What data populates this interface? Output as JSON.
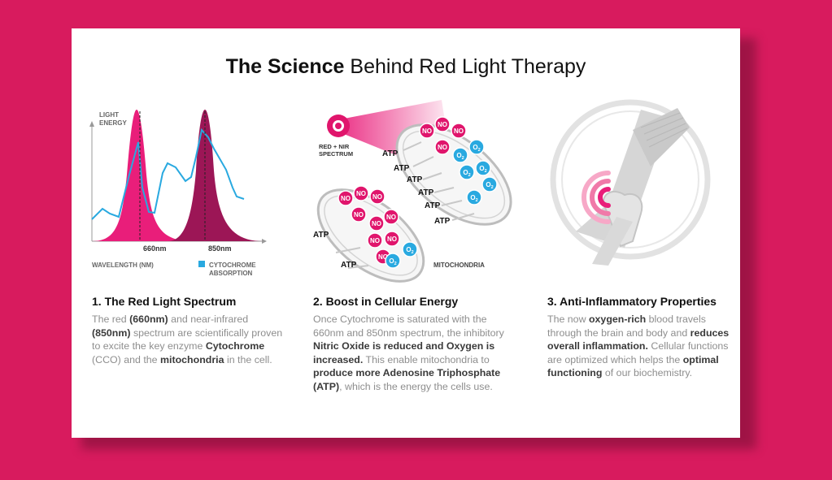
{
  "title": {
    "bold": "The Science",
    "rest": "Behind Red Light Therapy"
  },
  "spectrum_chart": {
    "y_label_line1": "LIGHT",
    "y_label_line2": "ENERGY",
    "x_label": "WAVELENGTH (NM)",
    "peak1_label": "660nm",
    "peak2_label": "850nm",
    "legend_line1": "CYTOCHROME",
    "legend_line2": "ABSORPTION",
    "legend_color": "#29a9e0",
    "peak1_color": "#e91e7a",
    "peak2_color": "#9c1656"
  },
  "energy_diagram": {
    "source_line1": "RED + NIR",
    "source_line2": "SPECTRUM",
    "atp": "ATP",
    "no": "NO",
    "o2": "O",
    "o2_sub": "2",
    "mito_label": "MITOCHONDRIA",
    "no_color": "#e0156c",
    "o2_color": "#29a9e0"
  },
  "sections": [
    {
      "heading": "1. The Red Light Spectrum",
      "body": [
        {
          "t": "The red ",
          "b": false
        },
        {
          "t": "(660nm)",
          "b": true
        },
        {
          "t": " and near-infrared ",
          "b": false
        },
        {
          "t": "(850nm)",
          "b": true
        },
        {
          "t": " spectrum are scientifically proven to excite the key enzyme ",
          "b": false
        },
        {
          "t": "Cytochrome",
          "b": true
        },
        {
          "t": " (CCO) and the ",
          "b": false
        },
        {
          "t": "mitochondria",
          "b": true
        },
        {
          "t": " in the cell.",
          "b": false
        }
      ]
    },
    {
      "heading": "2. Boost in Cellular Energy",
      "body": [
        {
          "t": "Once Cytochrome is saturated with the 660nm and 850nm spectrum, the inhibitory ",
          "b": false
        },
        {
          "t": "Nitric Oxide is reduced and Oxygen is increased.",
          "b": true
        },
        {
          "t": " This enable mitochondria to ",
          "b": false
        },
        {
          "t": "produce more Adenosine Triphosphate (ATP)",
          "b": true
        },
        {
          "t": ", which is the energy the cells use.",
          "b": false
        }
      ]
    },
    {
      "heading": "3. Anti-Inflammatory Properties",
      "body": [
        {
          "t": "The now ",
          "b": false
        },
        {
          "t": "oxygen-rich",
          "b": true
        },
        {
          "t": " blood travels through the brain and body and ",
          "b": false
        },
        {
          "t": "reduces overall inflammation.",
          "b": true
        },
        {
          "t": " Cellular functions are optimized which helps the ",
          "b": false
        },
        {
          "t": "optimal functioning",
          "b": true
        },
        {
          "t": " of our biochemistry.",
          "b": false
        }
      ]
    }
  ]
}
